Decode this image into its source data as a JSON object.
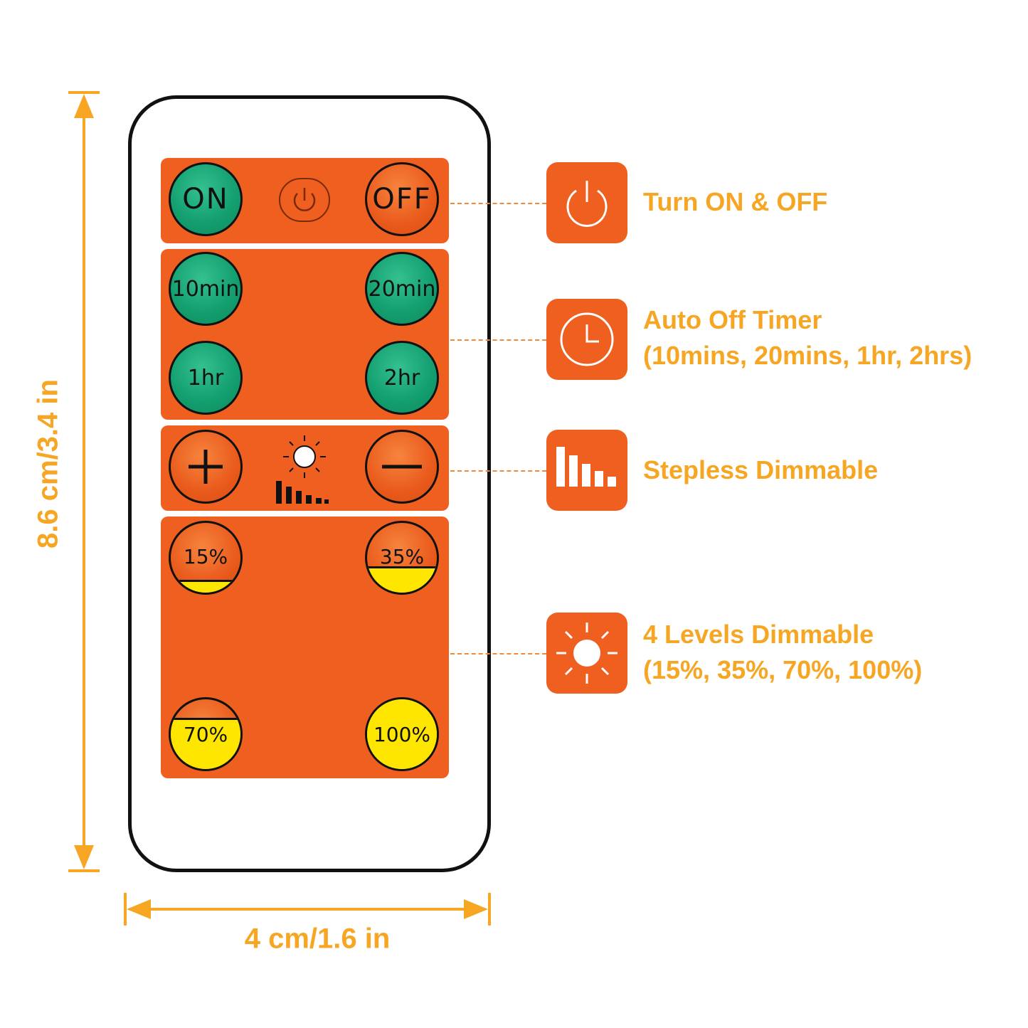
{
  "dimensions": {
    "height_label": "8.6 cm/3.4 in",
    "width_label": "4 cm/1.6 in"
  },
  "remote": {
    "buttons": {
      "on": "ON",
      "off": "OFF",
      "t10": "10min",
      "t20": "20min",
      "t1": "1hr",
      "t2": "2hr",
      "plus": "+",
      "minus": "−",
      "p15": "15%",
      "p35": "35%",
      "p70": "70%",
      "p100": "100%"
    },
    "levels": {
      "p15": 0.15,
      "p35": 0.35,
      "p70": 0.7,
      "p100": 1.0
    },
    "icons": {
      "power": "power-icon",
      "brightness": "sun-brightness-icon",
      "bars": "dimming-bars-icon"
    }
  },
  "callouts": [
    {
      "icon": "power-icon",
      "line1": "Turn ON & OFF",
      "line2": ""
    },
    {
      "icon": "clock-icon",
      "line1": "Auto Off Timer",
      "line2": "(10mins, 20mins, 1hr, 2hrs)"
    },
    {
      "icon": "bar-chart-icon",
      "line1": "Stepless Dimmable",
      "line2": ""
    },
    {
      "icon": "sun-icon",
      "line1": "4 Levels Dimmable",
      "line2": "(15%, 35%, 70%, 100%)"
    }
  ],
  "colors": {
    "accent": "#f6a623",
    "panel": "#ee5f20",
    "green_button": "#14a070",
    "yellow_fill": "#ffe600"
  }
}
